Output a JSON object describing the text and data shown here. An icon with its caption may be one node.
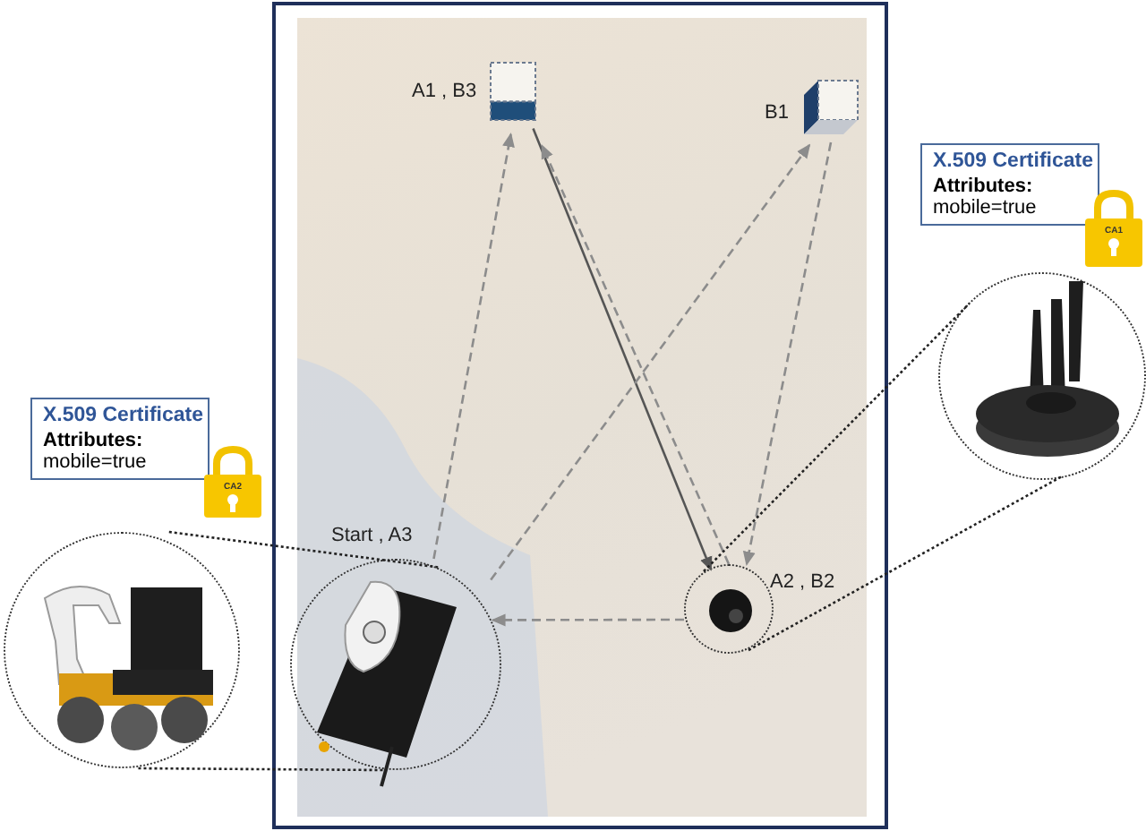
{
  "diagram": {
    "nodes": [
      {
        "text": [
          "X.509 Certificate",
          "Attributes:",
          "mobile=true"
        ]
      },
      {
        "text": [
          "CA2"
        ]
      },
      {
        "text": [
          "X.509 Certificate",
          "Attributes:",
          "mobile=true"
        ]
      },
      {
        "text": [
          "CA1"
        ]
      },
      {
        "text": [],
        "shape": "picture"
      },
      {
        "text": [],
        "shape": "box",
        "in": 4,
        "beside": [
          "A1 , B3"
        ]
      },
      {
        "text": [],
        "shape": "box",
        "in": 4,
        "beside": [
          "B1"
        ]
      },
      {
        "text": [],
        "shape": "circle",
        "in": 4,
        "beside": [
          "Start , A3"
        ]
      },
      {
        "text": [],
        "shape": "circle",
        "in": 4,
        "beside": [
          "A2 , B2"
        ]
      },
      {
        "text": [],
        "shape": "picture"
      },
      {
        "text": [],
        "shape": "picture"
      }
    ],
    "edges": [
      {
        "from": 7,
        "to": 5,
        "arrow": "to",
        "style": "dashed"
      },
      {
        "from": 5,
        "to": 8,
        "arrow": "to",
        "color": "#555555"
      },
      {
        "from": 8,
        "to": 5,
        "arrow": "to",
        "style": "dashed"
      },
      {
        "from": 7,
        "to": 6,
        "arrow": "to",
        "style": "dashed"
      },
      {
        "from": 6,
        "to": 8,
        "arrow": "to",
        "style": "dashed"
      },
      {
        "from": 8,
        "to": 7,
        "arrow": "to",
        "style": "dashed"
      },
      {
        "from": 9,
        "to": 7,
        "arrow": "none",
        "style": "dashed",
        "color": "#222222"
      },
      {
        "from": 9,
        "to": 7,
        "arrow": "none",
        "style": "dashed",
        "color": "#222222"
      },
      {
        "from": 8,
        "to": 10,
        "arrow": "none",
        "style": "dashed",
        "color": "#222222"
      },
      {
        "from": 8,
        "to": 10,
        "arrow": "none",
        "style": "dashed",
        "color": "#222222"
      }
    ]
  }
}
